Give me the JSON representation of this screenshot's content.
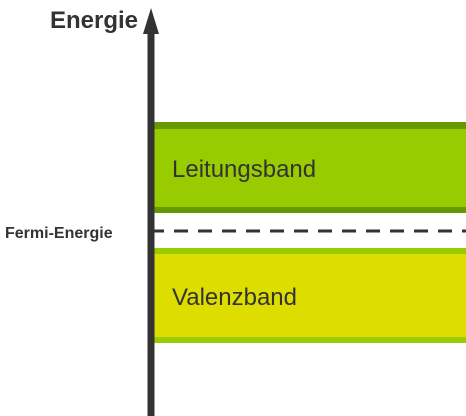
{
  "axis": {
    "label": "Energie",
    "color": "#333333"
  },
  "bands": {
    "conduction": {
      "label": "Leitungsband",
      "fill": "#99cc00",
      "edge": "#669900"
    },
    "valence": {
      "label": "Valenzband",
      "fill": "#dddd00",
      "edge": "#99cc00"
    }
  },
  "fermi": {
    "label": "Fermi-Energie",
    "line_style": "dashed",
    "color": "#333333"
  }
}
